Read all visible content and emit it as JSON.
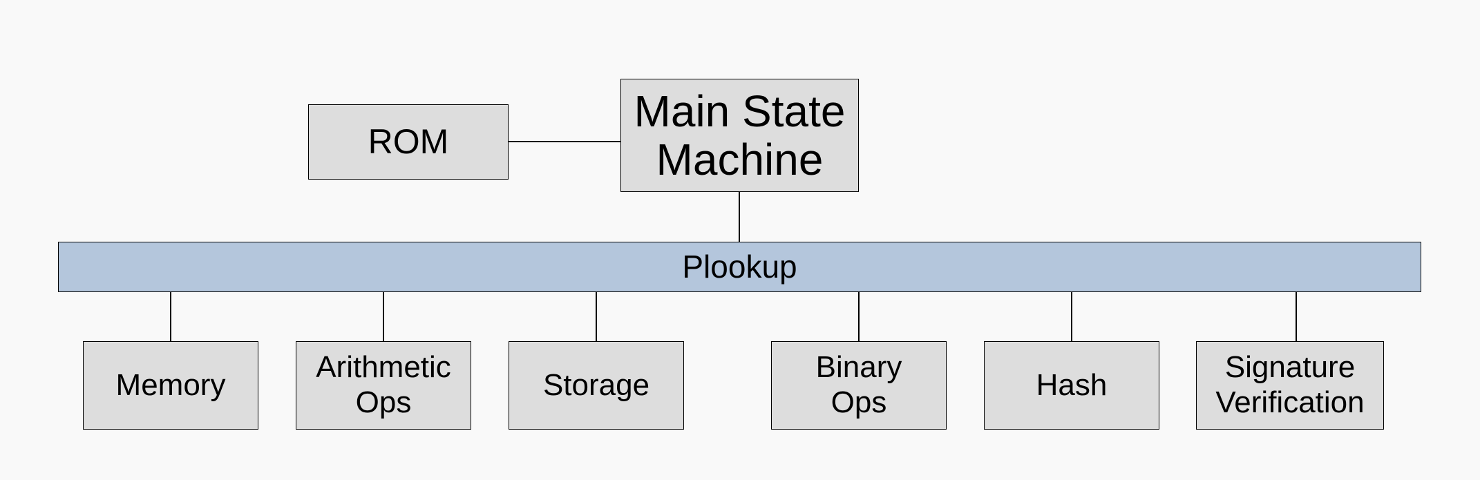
{
  "diagram": {
    "rom_label": "ROM",
    "main_label": "Main State\nMachine",
    "bus_label": "Plookup",
    "children": [
      "Memory",
      "Arithmetic\nOps",
      "Storage",
      "Binary\nOps",
      "Hash",
      "Signature\nVerification"
    ]
  },
  "colors": {
    "background": "#f9f9f9",
    "box_fill": "#dddddd",
    "bus_fill": "#b4c6dc",
    "stroke": "#000000"
  }
}
